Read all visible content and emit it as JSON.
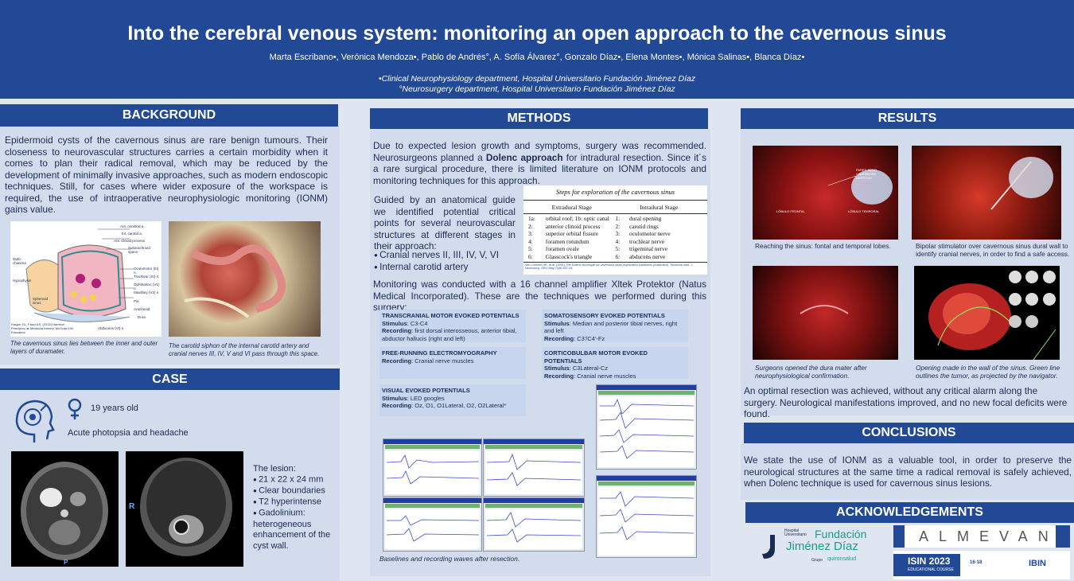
{
  "header": {
    "title": "Into the cerebral venous system: monitoring an open approach to the cavernous sinus",
    "authors": "Marta Escribano•, Verónica Mendoza•, Pablo de Andrés°, A. Sofía Álvarez°, Gonzalo Díaz•, Elena Montes•, Mónica Salinas•, Blanca Díaz•",
    "affiliation1": "•Clinical Neurophysiology department, Hospital Universitario Fundación Jiménez Díaz",
    "affiliation2": "°Neurosurgery department, Hospital Universitario Fundación Jiménez Díaz"
  },
  "background": {
    "heading": "BACKGROUND",
    "text": "Epidermoid cysts of the cavernous sinus are rare benign tumours. Their closeness to neurovascular structures carries a certain morbidity when it comes to plan their radical removal, which may be reduced by the development of minimally invasive approaches, such as modern endoscopic techniques. Still, for cases where wider exposure of the workspace is required, the use of intraoperative neurophysiologic monitoring (IONM) gains value.",
    "diagram_labels": [
      "Ant. cerebral a.",
      "Int. carotid a.",
      "Ant. clinoid process",
      "Subarachnoid space",
      "Optic chiasma",
      "Hypophysis",
      "Sphenoid sinus",
      "Oculomotor (III) n.",
      "Trochlear (IV) n.",
      "Ophthalmic (V1) n.",
      "Maxillary (V2) n.",
      "Pia",
      "Arachnoid",
      "Dura",
      "Abducens (VI) n."
    ],
    "diagram_source": "Kasper DL, Fauci AS. (2015) Harrison Principios de Medicina Interna. McGraw-Hill Education.",
    "caption1": "The cavernous sinus lies between the inner and outer layers of duramater.",
    "caption2": "The carotid siphon of the internal carotid artery and cranial nerves III, IV, V and VI pass through this space."
  },
  "case": {
    "heading": "CASE",
    "age": "19 years old",
    "symptoms": "Acute photopsia and headache",
    "lesion_title": "The lesion:",
    "lesion_items": [
      "21 x 22 x 24 mm",
      "Clear boundaries",
      "T2 hyperintense",
      "Gadolinium: heterogeneous enhancement of the cyst wall."
    ],
    "mri_label_p": "P",
    "mri_label_r": "R"
  },
  "methods": {
    "heading": "METHODS",
    "intro_pre": "Due to expected lesion growth and symptoms, surgery was recommended. Neurosurgeons planned a ",
    "intro_bold": "Dolenc approach",
    "intro_post": " for intradural resection. Since it´s a rare surgical procedure, there is limited literature on IONM protocols and monitoring techniques for this approach.",
    "guide_text": "Guided by an anatomical guide we identified potential critical points for several neurovascular structures at different stages in their approach:",
    "guide_items": [
      "Cranial nerves II, III, IV, V, VI",
      "Internal carotid artery"
    ],
    "table": {
      "title": "Steps for exploration of the cavernous sinus",
      "headers": [
        "Extradural Stage",
        "Intradural Stage"
      ],
      "rows": [
        [
          "1a:",
          "orbital roof; 1b: optic canal",
          "1:",
          "dural opening"
        ],
        [
          "2:",
          "anterior clinoid process",
          "2:",
          "carotid rings"
        ],
        [
          "3:",
          "superior orbital fissure",
          "3:",
          "oculomotor nerve"
        ],
        [
          "4:",
          "foramen rotundum",
          "4:",
          "trochlear nerve"
        ],
        [
          "5:",
          "foramen ovale",
          "5:",
          "trigeminal nerve"
        ],
        [
          "6:",
          "Glasscock's triangle",
          "6:",
          "abducens nerve"
        ]
      ],
      "source": "Van Loveren HR. et al. (1991) The Dolenc technique for cavernous sinus exploration (cadaveric prosection). Technical note. J Neurosurg. 1991 May;74(5):837-44."
    },
    "monitoring_text": "Monitoring was conducted with a 16 channel amplifier Xltek Protektor (Natus Medical Incorporated). These are the techniques we performed during this surgery:",
    "techniques": [
      {
        "title": "TRANSCRANIAL MOTOR EVOKED POTENTIALS",
        "line1_label": "Stimulus",
        "line1": ": C3-C4",
        "line2_label": "Recording",
        "line2": ": first dorsal interosseous, anterior tibial, abductor hallucis (right and left)"
      },
      {
        "title": "SOMATOSENSORY EVOKED POTENTIALS",
        "line1_label": "Stimulus",
        "line1": ": Median and posterior tibial nerves, right and left",
        "line2_label": "Recording",
        "line2": ": C3'/C4'-Fz"
      },
      {
        "title": "FREE-RUNNING ELECTROMYOGRAPHY",
        "line1_label": "Recording",
        "line1": ": Cranial nerve muscles",
        "line2_label": "",
        "line2": ""
      },
      {
        "title": "CORTICOBULBAR MOTOR EVOKED POTENTIALS",
        "line1_label": "Stimulus",
        "line1": ": C3Lateral-Cz",
        "line2_label": "Recording",
        "line2": ": Cranial nerve muscles"
      },
      {
        "title": "VISUAL EVOKED POTENTIALS",
        "line1_label": "Stimulus",
        "line1": ": LED googles",
        "line2_label": "Recording",
        "line2": ": Oz, O1, O1Lateral, O2, O2Lateral*"
      }
    ],
    "waves_caption": "Baselines and recording waves after resection."
  },
  "results": {
    "heading": "RESULTS",
    "photo1_labels": [
      "LÓBULO FRONTAL",
      "LÓBULO TEMPORAL",
      "PARED SENO CAVERNOSO DERECHO"
    ],
    "caption1": "Reaching the sinus: fontal and temporal lobes.",
    "caption2": "Bipolar stimulator over cavernous sinus dural wall to identify cranial nerves, in order to find a safe access.",
    "caption3": "Surgeons opened the dura mater after neurophysiological confirmation.",
    "caption4": "Opening made in the wall of the sinus. Green line outlines the tumor, as projected by the navigator.",
    "outcome": "An optimal resection was achieved, without any critical alarm along the surgery. Neurological manifestations improved, and no new focal deficits were found."
  },
  "conclusions": {
    "heading": "CONCLUSIONS",
    "text": "We state the use of IONM as a valuable tool, in order to preserve the neurological structures at the same time a radical removal is safely achieved, when Dolenc technique is used for cavernous sinus lesions."
  },
  "acknowledgements": {
    "heading": "ACKNOWLEDGEMENTS",
    "fjd_small": "Hospital Universitario",
    "fjd_line1": "Fundación",
    "fjd_line2": "Jiménez Díaz",
    "fjd_group": "Grupo",
    "fjd_quiron": "quironsalud",
    "almevan": "ALMEVAN",
    "isin": "ISIN 2023",
    "isin_sub": "EDUCATIONAL COURSE",
    "isin_dates": "16-18",
    "ibin": "IBIN"
  },
  "colors": {
    "header": "#214996",
    "panel": "#d2dcec",
    "text": "#1d2a55",
    "accent_green": "#5fbf5f"
  }
}
